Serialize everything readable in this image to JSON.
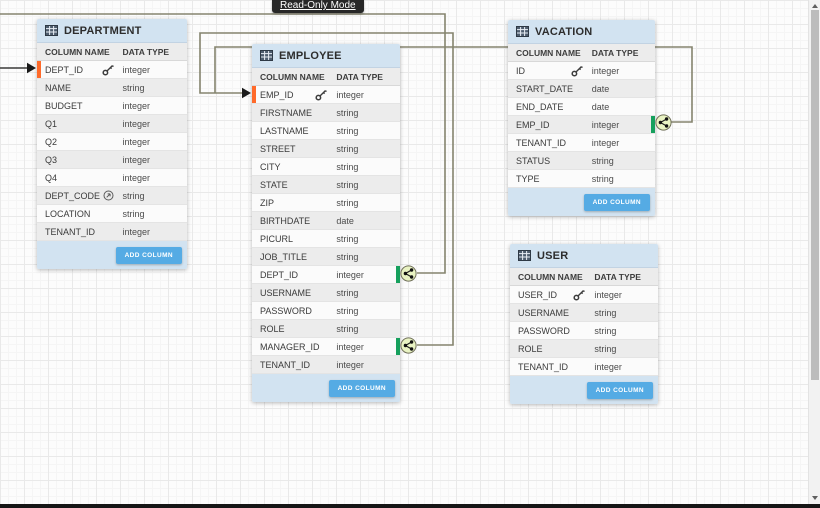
{
  "badge": {
    "label": "Read-Only Mode"
  },
  "labels": {
    "column_name": "COLUMN NAME",
    "data_type": "DATA TYPE",
    "add_column": "ADD COLUMN"
  },
  "icons": {
    "table_header": "grid-table-icon",
    "primary_key": "key-icon",
    "derived_column": "circle-arrow-icon",
    "relationship_end": "crowfoot-connector-icon"
  },
  "colors": {
    "header-blue": "#d2e3f1",
    "row-light": "#fbfbfb",
    "row-alt": "#ececec",
    "accent-button": "#55abe4",
    "pk-marker-orange": "#ff6a2a",
    "fk-marker-green": "#16a05d",
    "line-olive": "#85846e",
    "connector-fill": "#e9f3c3",
    "badge-bg": "#272727"
  },
  "tables": [
    {
      "id": "department",
      "name": "DEPARTMENT",
      "columns": [
        {
          "name": "DEPT_ID",
          "type": "integer",
          "pk": true,
          "left_marker": true
        },
        {
          "name": "NAME",
          "type": "string"
        },
        {
          "name": "BUDGET",
          "type": "integer"
        },
        {
          "name": "Q1",
          "type": "integer"
        },
        {
          "name": "Q2",
          "type": "integer"
        },
        {
          "name": "Q3",
          "type": "integer"
        },
        {
          "name": "Q4",
          "type": "integer"
        },
        {
          "name": "DEPT_CODE",
          "type": "string",
          "fx_icon": true
        },
        {
          "name": "LOCATION",
          "type": "string"
        },
        {
          "name": "TENANT_ID",
          "type": "integer"
        }
      ]
    },
    {
      "id": "employee",
      "name": "EMPLOYEE",
      "columns": [
        {
          "name": "EMP_ID",
          "type": "integer",
          "pk": true,
          "left_marker": true
        },
        {
          "name": "FIRSTNAME",
          "type": "string"
        },
        {
          "name": "LASTNAME",
          "type": "string"
        },
        {
          "name": "STREET",
          "type": "string"
        },
        {
          "name": "CITY",
          "type": "string"
        },
        {
          "name": "STATE",
          "type": "string"
        },
        {
          "name": "ZIP",
          "type": "string"
        },
        {
          "name": "BIRTHDATE",
          "type": "date"
        },
        {
          "name": "PICURL",
          "type": "string"
        },
        {
          "name": "JOB_TITLE",
          "type": "string"
        },
        {
          "name": "DEPT_ID",
          "type": "integer",
          "right_marker": true
        },
        {
          "name": "USERNAME",
          "type": "string"
        },
        {
          "name": "PASSWORD",
          "type": "string"
        },
        {
          "name": "ROLE",
          "type": "string"
        },
        {
          "name": "MANAGER_ID",
          "type": "integer",
          "right_marker": true
        },
        {
          "name": "TENANT_ID",
          "type": "integer"
        }
      ]
    },
    {
      "id": "vacation",
      "name": "VACATION",
      "columns": [
        {
          "name": "ID",
          "type": "integer",
          "pk": true
        },
        {
          "name": "START_DATE",
          "type": "date"
        },
        {
          "name": "END_DATE",
          "type": "date"
        },
        {
          "name": "EMP_ID",
          "type": "integer",
          "right_marker": true
        },
        {
          "name": "TENANT_ID",
          "type": "integer"
        },
        {
          "name": "STATUS",
          "type": "string"
        },
        {
          "name": "TYPE",
          "type": "string"
        }
      ]
    },
    {
      "id": "user",
      "name": "USER",
      "columns": [
        {
          "name": "USER_ID",
          "type": "integer",
          "pk": true
        },
        {
          "name": "USERNAME",
          "type": "string"
        },
        {
          "name": "PASSWORD",
          "type": "string"
        },
        {
          "name": "ROLE",
          "type": "string"
        },
        {
          "name": "TENANT_ID",
          "type": "integer"
        }
      ]
    }
  ]
}
